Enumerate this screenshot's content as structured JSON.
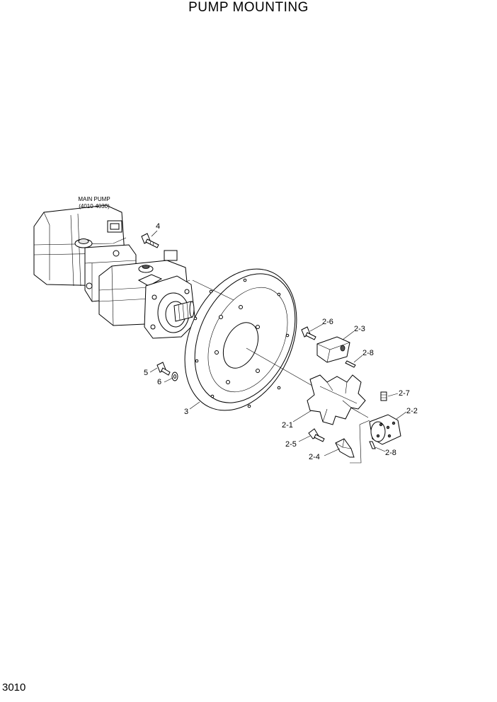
{
  "title": "PUMP MOUNTING",
  "page_number": "3010",
  "main_pump": {
    "label": "MAIN PUMP",
    "sub_label": "(4010-4030)"
  },
  "callouts": {
    "c4": "4",
    "c5": "5",
    "c6": "6",
    "c3": "3",
    "c2_6": "2-6",
    "c2_3": "2-3",
    "c2_8a": "2-8",
    "c2_7": "2-7",
    "c2_2": "2-2",
    "c2_1": "2-1",
    "c2_5": "2-5",
    "c2_4": "2-4",
    "c2_8b": "2-8"
  }
}
